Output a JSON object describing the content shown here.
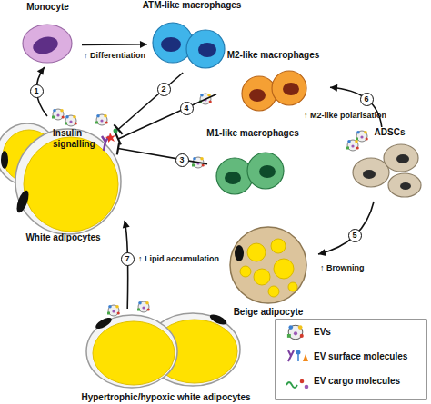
{
  "diagram": {
    "nodes": [
      {
        "text": [
          "Monocyte"
        ]
      },
      {
        "text": [
          "ATM-like macrophages"
        ]
      },
      {
        "text": [
          "White adipocytes"
        ]
      },
      {
        "text": [
          "Insulin signalling"
        ],
        "in": 2
      },
      {
        "text": [
          "M2-like macrophages"
        ]
      },
      {
        "text": [
          "M1-like macrophages"
        ]
      },
      {
        "text": [
          "ADSCs"
        ]
      },
      {
        "text": [
          "Beige adipocyte"
        ]
      },
      {
        "text": [
          "Hypertrophic/hypoxic white adipocytes"
        ]
      }
    ],
    "edges": [
      {
        "from": 0,
        "to": 1,
        "arrow": "to",
        "label": "↑ Differentiation"
      },
      {
        "from": 2,
        "to": 0,
        "arrow": "to"
      },
      {
        "from": 1,
        "to": 3,
        "arrow": "to"
      },
      {
        "from": 5,
        "to": 3,
        "arrow": "to"
      },
      {
        "from": 4,
        "to": 3,
        "arrow": "to"
      },
      {
        "from": 6,
        "to": 7,
        "arrow": "to",
        "label": "↑ Browning"
      },
      {
        "from": 6,
        "to": 4,
        "arrow": "to",
        "label": "↑ M2-like polarisation"
      },
      {
        "from": 8,
        "to": 2,
        "arrow": "to",
        "label": "↑ Lipid accumulation"
      }
    ],
    "labels": [
      "1",
      "2",
      "3",
      "4",
      "5",
      "6",
      "7"
    ],
    "legend": [
      {
        "text": "EVs"
      },
      {
        "text": "EV surface molecules"
      },
      {
        "text": "EV cargo molecules"
      }
    ]
  }
}
